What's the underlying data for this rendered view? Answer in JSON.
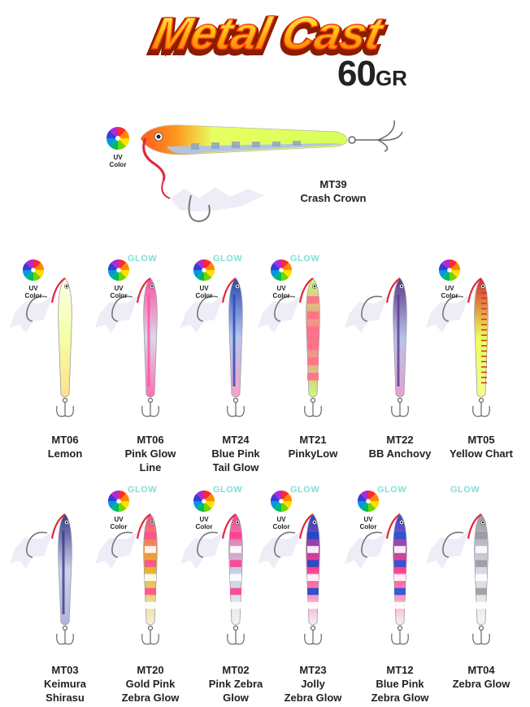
{
  "brand": {
    "title": "Metal Cast"
  },
  "weight": {
    "value": "60",
    "unit": "GR"
  },
  "badges": {
    "uv_line1": "UV",
    "uv_line2": "Color",
    "glow": "GLOW"
  },
  "hero": {
    "code": "MT39",
    "name": "Crash Crown"
  },
  "row1": [
    {
      "code": "MT06",
      "name1": "Lemon",
      "name2": "",
      "uv": true,
      "glow": false,
      "top": "#fffde6",
      "mid": "#f4ffa4",
      "bot": "#ffe08a",
      "stripes": "none"
    },
    {
      "code": "MT06",
      "name1": "Pink Glow",
      "name2": "Line",
      "uv": true,
      "glow": true,
      "top": "#ff4fa3",
      "mid": "#d9d9e6",
      "bot": "#ff6fb5",
      "stripes": "holo"
    },
    {
      "code": "MT24",
      "name1": "Blue Pink",
      "name2": "Tail Glow",
      "uv": true,
      "glow": true,
      "top": "#2a47b8",
      "mid": "#b8c7ea",
      "bot": "#f6a3c4",
      "stripes": "holo"
    },
    {
      "code": "MT21",
      "name1": "PinkyLow",
      "name2": "",
      "uv": true,
      "glow": true,
      "top": "#c7ff7a",
      "mid": "#ff6f89",
      "bot": "#c7ff7a",
      "stripes": "bands"
    },
    {
      "code": "MT22",
      "name1": "BB Anchovy",
      "name2": "",
      "uv": false,
      "glow": false,
      "top": "#5b3a8a",
      "mid": "#b9c2e8",
      "bot": "#e6a2d0",
      "stripes": "holo"
    },
    {
      "code": "MT05",
      "name1": "Yellow Chart",
      "name2": "",
      "uv": true,
      "glow": false,
      "top": "#d52c2c",
      "mid": "#ecff5a",
      "bot": "#f5ff8a",
      "stripes": "ribs"
    }
  ],
  "row2": [
    {
      "code": "MT03",
      "name1": "Keimura",
      "name2": "Shirasu",
      "uv": false,
      "glow": false,
      "top": "#3a3a8a",
      "mid": "#cfd3ea",
      "bot": "#b0b4d8",
      "stripes": "holo"
    },
    {
      "code": "MT20",
      "name1": "Gold Pink",
      "name2": "Zebra Glow",
      "uv": true,
      "glow": true,
      "top": "#ff4f8f",
      "mid": "#e4b52a",
      "bot": "#f6f3de",
      "stripes": "zebra"
    },
    {
      "code": "MT02",
      "name1": "Pink Zebra",
      "name2": "Glow",
      "uv": true,
      "glow": true,
      "top": "#ff3f8f",
      "mid": "#c7cde0",
      "bot": "#f4f4f4",
      "stripes": "zebra"
    },
    {
      "code": "MT23",
      "name1": "Jolly",
      "name2": "Zebra Glow",
      "uv": true,
      "glow": true,
      "top": "#1f49c9",
      "mid": "#ff3f8f",
      "bot": "#f4f4f4",
      "stripes": "zebra"
    },
    {
      "code": "MT12",
      "name1": "Blue Pink",
      "name2": "Zebra Glow",
      "uv": true,
      "glow": true,
      "top": "#2a52d6",
      "mid": "#ff3f8f",
      "bot": "#f4f4f4",
      "stripes": "zebra"
    },
    {
      "code": "MT04",
      "name1": "Zebra Glow",
      "name2": "",
      "uv": false,
      "glow": true,
      "top": "#9a9aa6",
      "mid": "#d8d8de",
      "bot": "#f4f4f4",
      "stripes": "zebra"
    }
  ]
}
